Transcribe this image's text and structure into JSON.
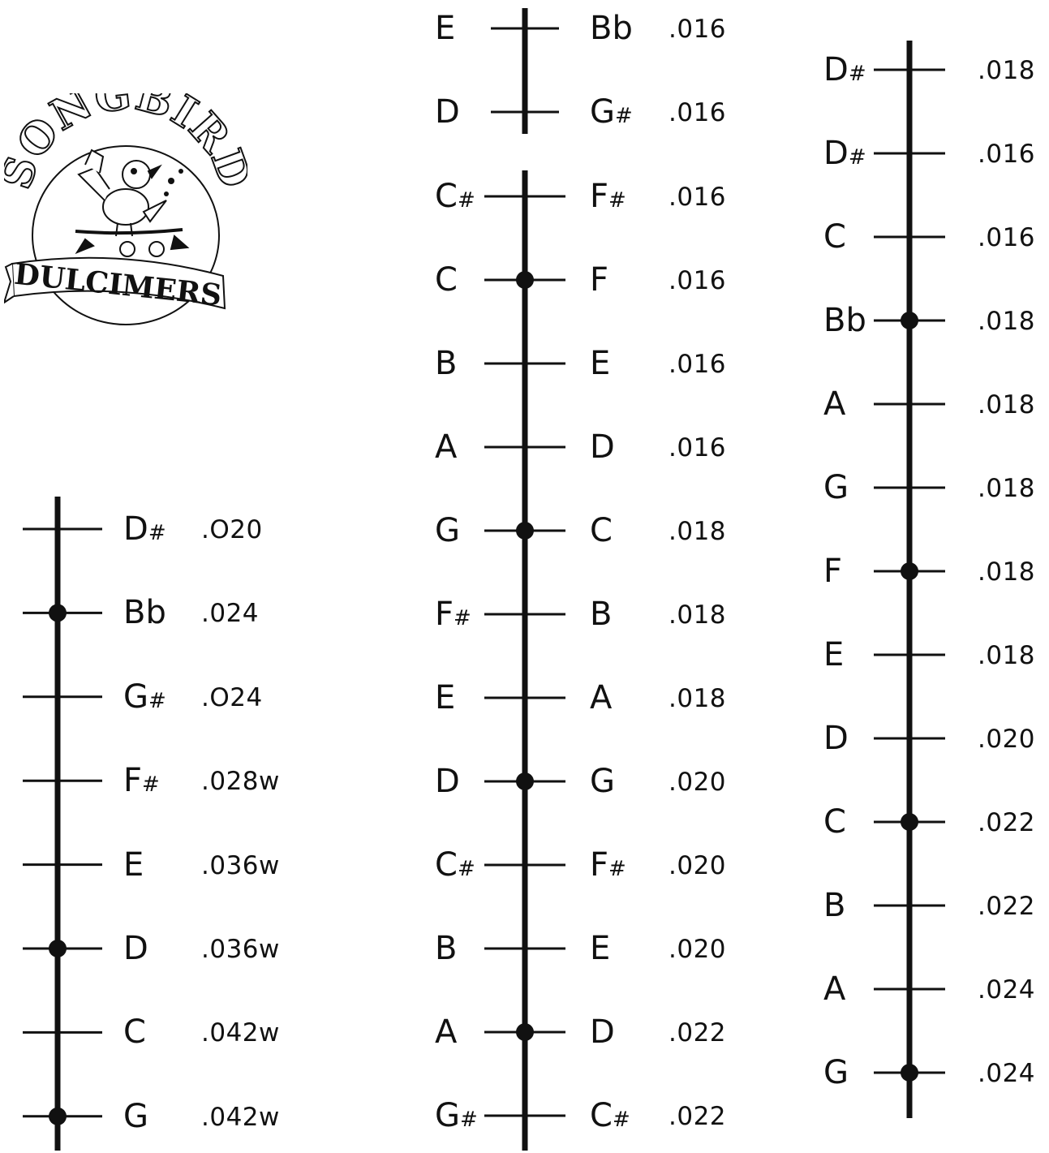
{
  "logo": {
    "top_word": "SONGBIRD",
    "banner_word": "DULCIMERS"
  },
  "left_bridge": [
    {
      "note": "D#",
      "gauge": ".O20",
      "dot": false
    },
    {
      "note": "Bb",
      "gauge": ".024",
      "dot": true
    },
    {
      "note": "G#",
      "gauge": ".O24",
      "dot": false
    },
    {
      "note": "F#",
      "gauge": ".028w",
      "dot": false
    },
    {
      "note": "E",
      "gauge": ".036w",
      "dot": false
    },
    {
      "note": "D",
      "gauge": ".036w",
      "dot": true
    },
    {
      "note": "C",
      "gauge": ".042w",
      "dot": false
    },
    {
      "note": "G",
      "gauge": ".042w",
      "dot": true
    }
  ],
  "middle_bridge_top": [
    {
      "left": "E",
      "right": "Bb",
      "gauge": ".016",
      "dot": false
    },
    {
      "left": "D",
      "right": "G#",
      "gauge": ".016",
      "dot": false
    }
  ],
  "middle_bridge": [
    {
      "left": "C#",
      "right": "F#",
      "gauge": ".016",
      "dot": false
    },
    {
      "left": "C",
      "right": "F",
      "gauge": ".016",
      "dot": true
    },
    {
      "left": "B",
      "right": "E",
      "gauge": ".016",
      "dot": false
    },
    {
      "left": "A",
      "right": "D",
      "gauge": ".016",
      "dot": false
    },
    {
      "left": "G",
      "right": "C",
      "gauge": ".018",
      "dot": true
    },
    {
      "left": "F#",
      "right": "B",
      "gauge": ".018",
      "dot": false
    },
    {
      "left": "E",
      "right": "A",
      "gauge": ".018",
      "dot": false
    },
    {
      "left": "D",
      "right": "G",
      "gauge": ".020",
      "dot": true
    },
    {
      "left": "C#",
      "right": "F#",
      "gauge": ".020",
      "dot": false
    },
    {
      "left": "B",
      "right": "E",
      "gauge": ".020",
      "dot": false
    },
    {
      "left": "A",
      "right": "D",
      "gauge": ".022",
      "dot": true
    },
    {
      "left": "G#",
      "right": "C#",
      "gauge": ".022",
      "dot": false
    }
  ],
  "right_bridge": [
    {
      "note": "D#",
      "gauge": ".018",
      "dot": false
    },
    {
      "note": "D#",
      "gauge": ".016",
      "dot": false
    },
    {
      "note": "C",
      "gauge": ".016",
      "dot": false
    },
    {
      "note": "Bb",
      "gauge": ".018",
      "dot": true
    },
    {
      "note": "A",
      "gauge": ".018",
      "dot": false
    },
    {
      "note": "G",
      "gauge": ".018",
      "dot": false
    },
    {
      "note": "F",
      "gauge": ".018",
      "dot": true
    },
    {
      "note": "E",
      "gauge": ".018",
      "dot": false
    },
    {
      "note": "D",
      "gauge": ".020",
      "dot": false
    },
    {
      "note": "C",
      "gauge": ".022",
      "dot": true
    },
    {
      "note": "B",
      "gauge": ".022",
      "dot": false
    },
    {
      "note": "A",
      "gauge": ".024",
      "dot": false
    },
    {
      "note": "G",
      "gauge": ".024",
      "dot": true
    }
  ],
  "colors": {
    "ink": "#111111",
    "paper": "#ffffff"
  }
}
